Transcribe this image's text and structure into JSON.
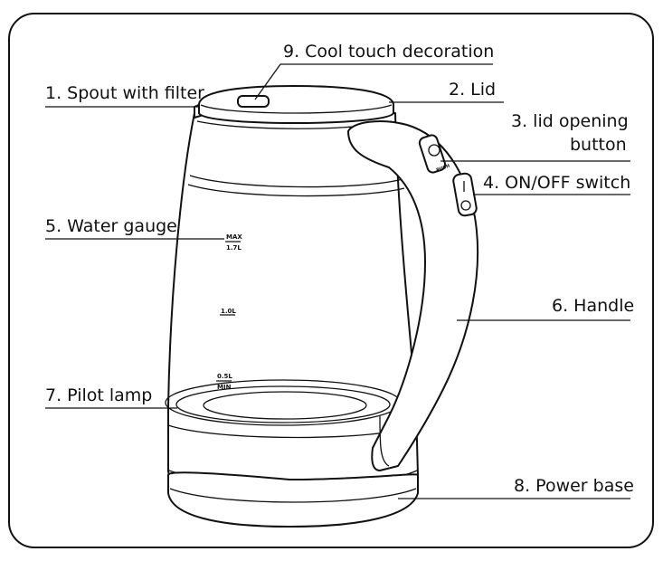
{
  "labels": {
    "cool_touch": "9. Cool touch decoration",
    "spout": "1. Spout with filter",
    "lid": "2. Lid",
    "lid_button_line1": "3. lid opening",
    "lid_button_line2": "button",
    "on_off": "4. ON/OFF switch",
    "water_gauge": "5. Water gauge",
    "handle": "6. Handle",
    "pilot_lamp": "7. Pilot lamp",
    "power_base": "8. Power base"
  },
  "gauge": {
    "max_top": "MAX",
    "max_bottom": "1.7L",
    "mid": "1.0L",
    "min_top": "0.5L",
    "min_bottom": "MIN"
  },
  "button_text": "PUSH"
}
